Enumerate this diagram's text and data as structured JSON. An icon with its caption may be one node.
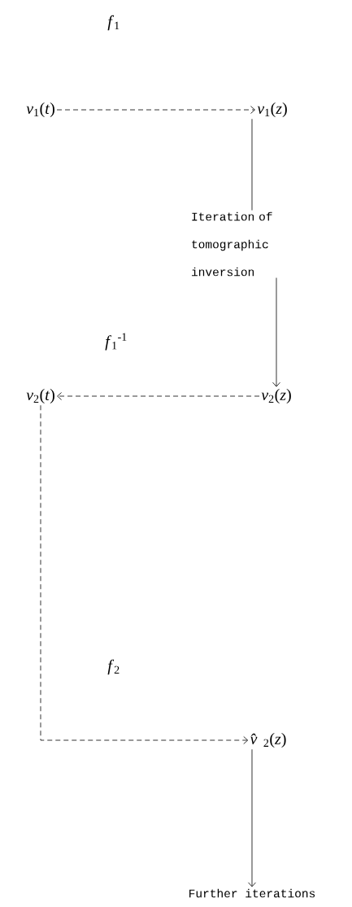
{
  "diagram": {
    "nodes": [
      {
        "text": [
          "*v*$_{1}$(*t*)"
        ]
      },
      {
        "text": [
          "*v*$_{1}$(*z*)"
        ]
      },
      {
        "text": [
          "Iteration of tomographic inversion"
        ]
      },
      {
        "text": [
          "*v*$_{2}$(*t*)"
        ]
      },
      {
        "text": [
          "*v*$_{2}$(*z*)"
        ]
      },
      {
        "text": [
          "*v̂*$_{2}$(*z*)"
        ]
      },
      {
        "text": [
          "Further iterations"
        ]
      }
    ],
    "edges": [
      {
        "from": 0,
        "to": 1,
        "arrow": "to",
        "style": "dashed",
        "label": "*f*$_{1}$"
      },
      {
        "from": 1,
        "to": 2,
        "arrow": "none"
      },
      {
        "from": 2,
        "to": 4,
        "arrow": "to"
      },
      {
        "from": 4,
        "to": 3,
        "arrow": "to",
        "style": "dashed",
        "label": "*f*$_{1}$$^{-1}$"
      },
      {
        "from": 3,
        "to": 5,
        "arrow": "to",
        "style": "dashed",
        "label": "*f*$_{2}$"
      },
      {
        "from": 5,
        "to": 6,
        "arrow": "to"
      }
    ]
  }
}
